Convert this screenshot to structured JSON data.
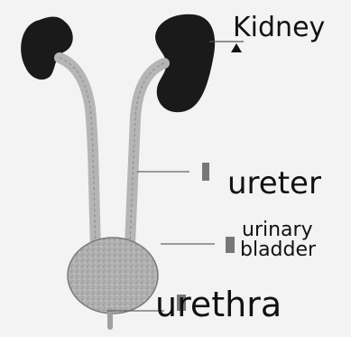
{
  "labels": {
    "kidney": "Kidney",
    "ureter": "ureter",
    "urinary": "urinary",
    "bladder": "bladder",
    "urethra": "urethra"
  },
  "colors": {
    "organ_dark": "#1a1a1a",
    "tube_gray": "#b5b5b5",
    "bladder_gray": "#a8a8a8",
    "ink": "#111111"
  }
}
